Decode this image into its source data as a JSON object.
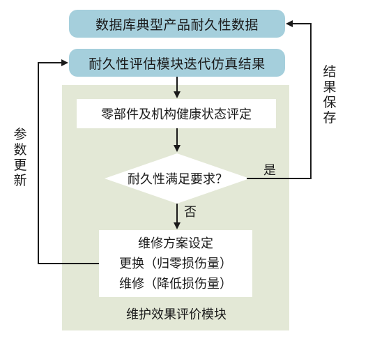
{
  "nodes": {
    "durability_data": "数据库典型产品耐久性数据",
    "iteration_result": "耐久性评估模块迭代仿真结果",
    "health_assessment": "零部件及机构健康状态评定",
    "decision": "耐久性满足要求？",
    "maintenance_title": "维修方案设定",
    "maintenance_replace": "更换（归零损伤量）",
    "maintenance_repair": "维修（降低损伤量）",
    "module_label": "维护效果评价模块"
  },
  "edges": {
    "yes_label": "是",
    "no_label": "否",
    "save_result_label": [
      "结",
      "果",
      "保",
      "存"
    ],
    "update_params_label": [
      "参",
      "数",
      "更",
      "新"
    ]
  },
  "colors": {
    "pill": "#a5cfdc",
    "module_region": "#e3e8d6",
    "box": "#ffffff",
    "line": "#1a1a1a"
  }
}
